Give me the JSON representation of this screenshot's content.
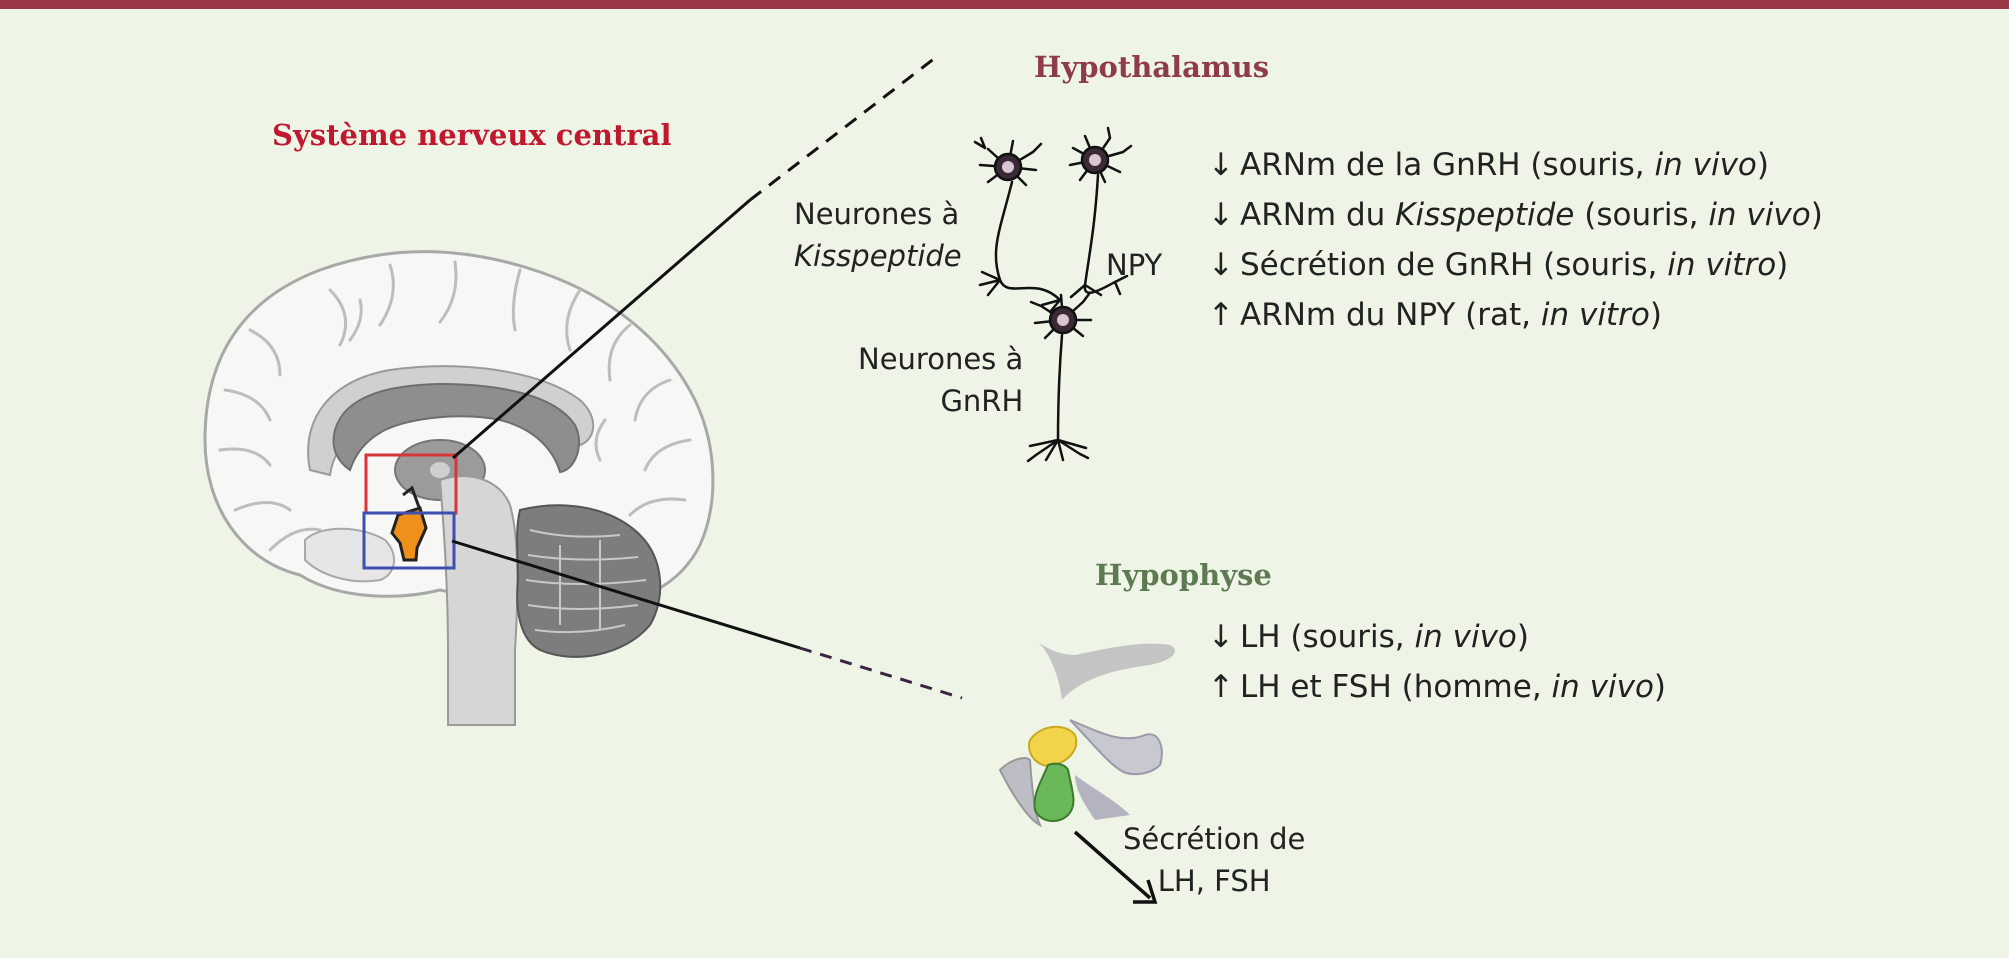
{
  "colors": {
    "background": "#eef5e6",
    "top_bar": "#9b3848",
    "cns_title": "#c0182f",
    "hypothalamus_title": "#8e3b4a",
    "hypophyse_title": "#5e7a52",
    "red_box": "#d9343a",
    "blue_box": "#3e4fb0",
    "hypothalamus_fill": "#f0901c",
    "anterior_pituitary": "#f1d44a",
    "posterior_pituitary": "#6bb85a"
  },
  "titles": {
    "cns": "Système nerveux central",
    "hypothalamus": "Hypothalamus",
    "hypophyse": "Hypophyse"
  },
  "neuron_labels": {
    "kisspeptide_line1": "Neurones à",
    "kisspeptide_line2": "Kisspeptide",
    "npy": "NPY",
    "gnrh_line1": "Neurones à",
    "gnrh_line2": "GnRH"
  },
  "hypothalamus_effects": [
    {
      "arrow": "↓",
      "text": "ARNm de la GnRH (souris, ",
      "italic": "in vivo",
      "close": ")"
    },
    {
      "arrow": "↓",
      "pre": "ARNm du ",
      "pre_italic": "Kisspeptide",
      "text": " (souris, ",
      "italic": "in vivo",
      "close": ")"
    },
    {
      "arrow": "↓",
      "text": "Sécrétion de GnRH (souris, ",
      "italic": "in vitro",
      "close": ")"
    },
    {
      "arrow": "↑",
      "text": "ARNm du NPY (rat, ",
      "italic": "in vitro",
      "close": ")"
    }
  ],
  "hypophyse_effects": [
    {
      "arrow": "↓",
      "text": "LH (souris, ",
      "italic": "in vivo",
      "close": ")"
    },
    {
      "arrow": "↑",
      "text": "LH et FSH (homme, ",
      "italic": "in vivo",
      "close": ")"
    }
  ],
  "secretion_label": {
    "line1": "Sécrétion de",
    "line2": "LH, FSH"
  }
}
